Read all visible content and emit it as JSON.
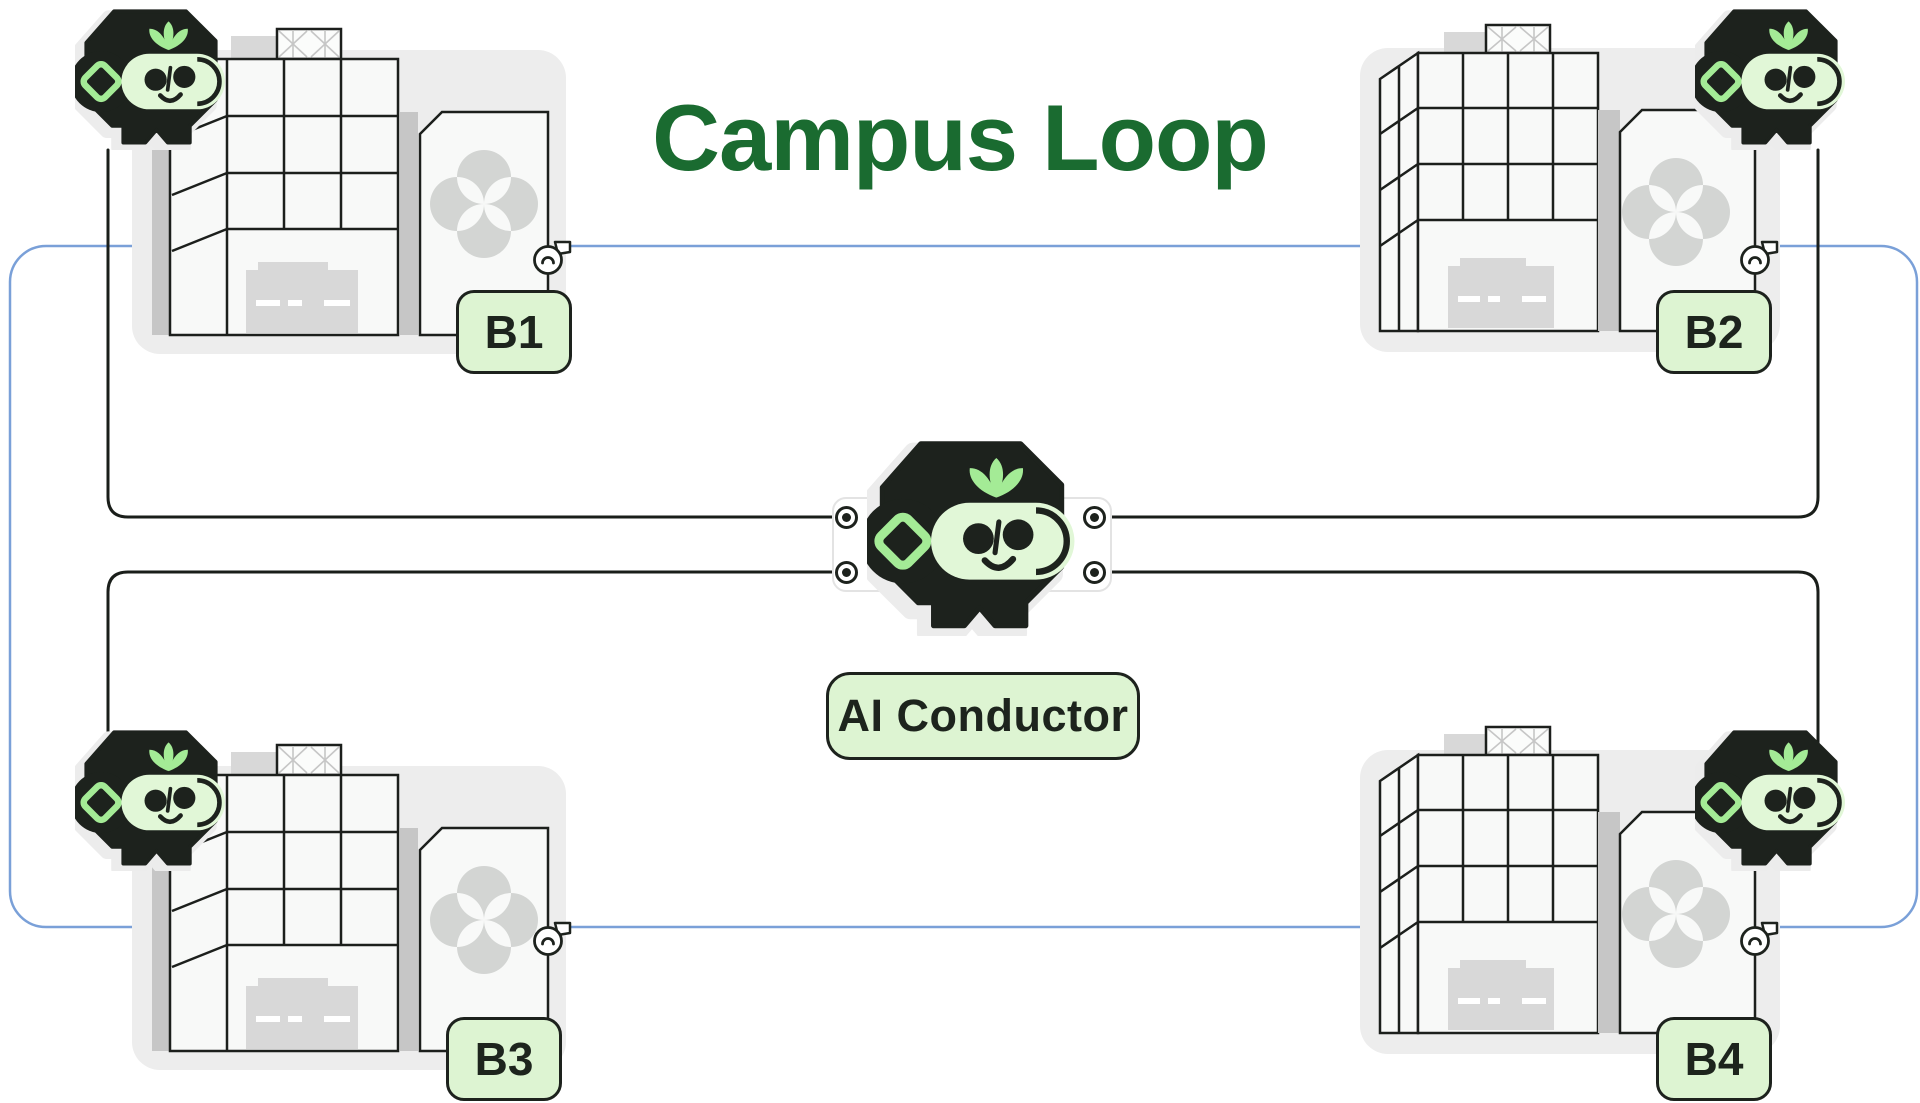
{
  "title": "Campus Loop",
  "conductor": {
    "label": "AI Conductor"
  },
  "buildings": [
    {
      "label": "B1"
    },
    {
      "label": "B2"
    },
    {
      "label": "B3"
    },
    {
      "label": "B4"
    }
  ],
  "icons": {
    "mascot": "robot-mascot",
    "sprout": "sprout-leaves",
    "diamond": "diamond-badge",
    "fan": "fan-connector",
    "port": "cable-port",
    "clover": "clover-logo",
    "skylight": "roof-skylight"
  },
  "colors": {
    "title_green": "#1a6b30",
    "ink": "#1d221d",
    "leaf_green": "#a4eb96",
    "face_green": "#e1f7d7",
    "label_green": "#ddf4d2",
    "loop_blue": "#7aa0d8",
    "shadow_gray": "#ededed",
    "band_gray": "#c6c6c6",
    "machine_gray": "#d8d8d8"
  }
}
